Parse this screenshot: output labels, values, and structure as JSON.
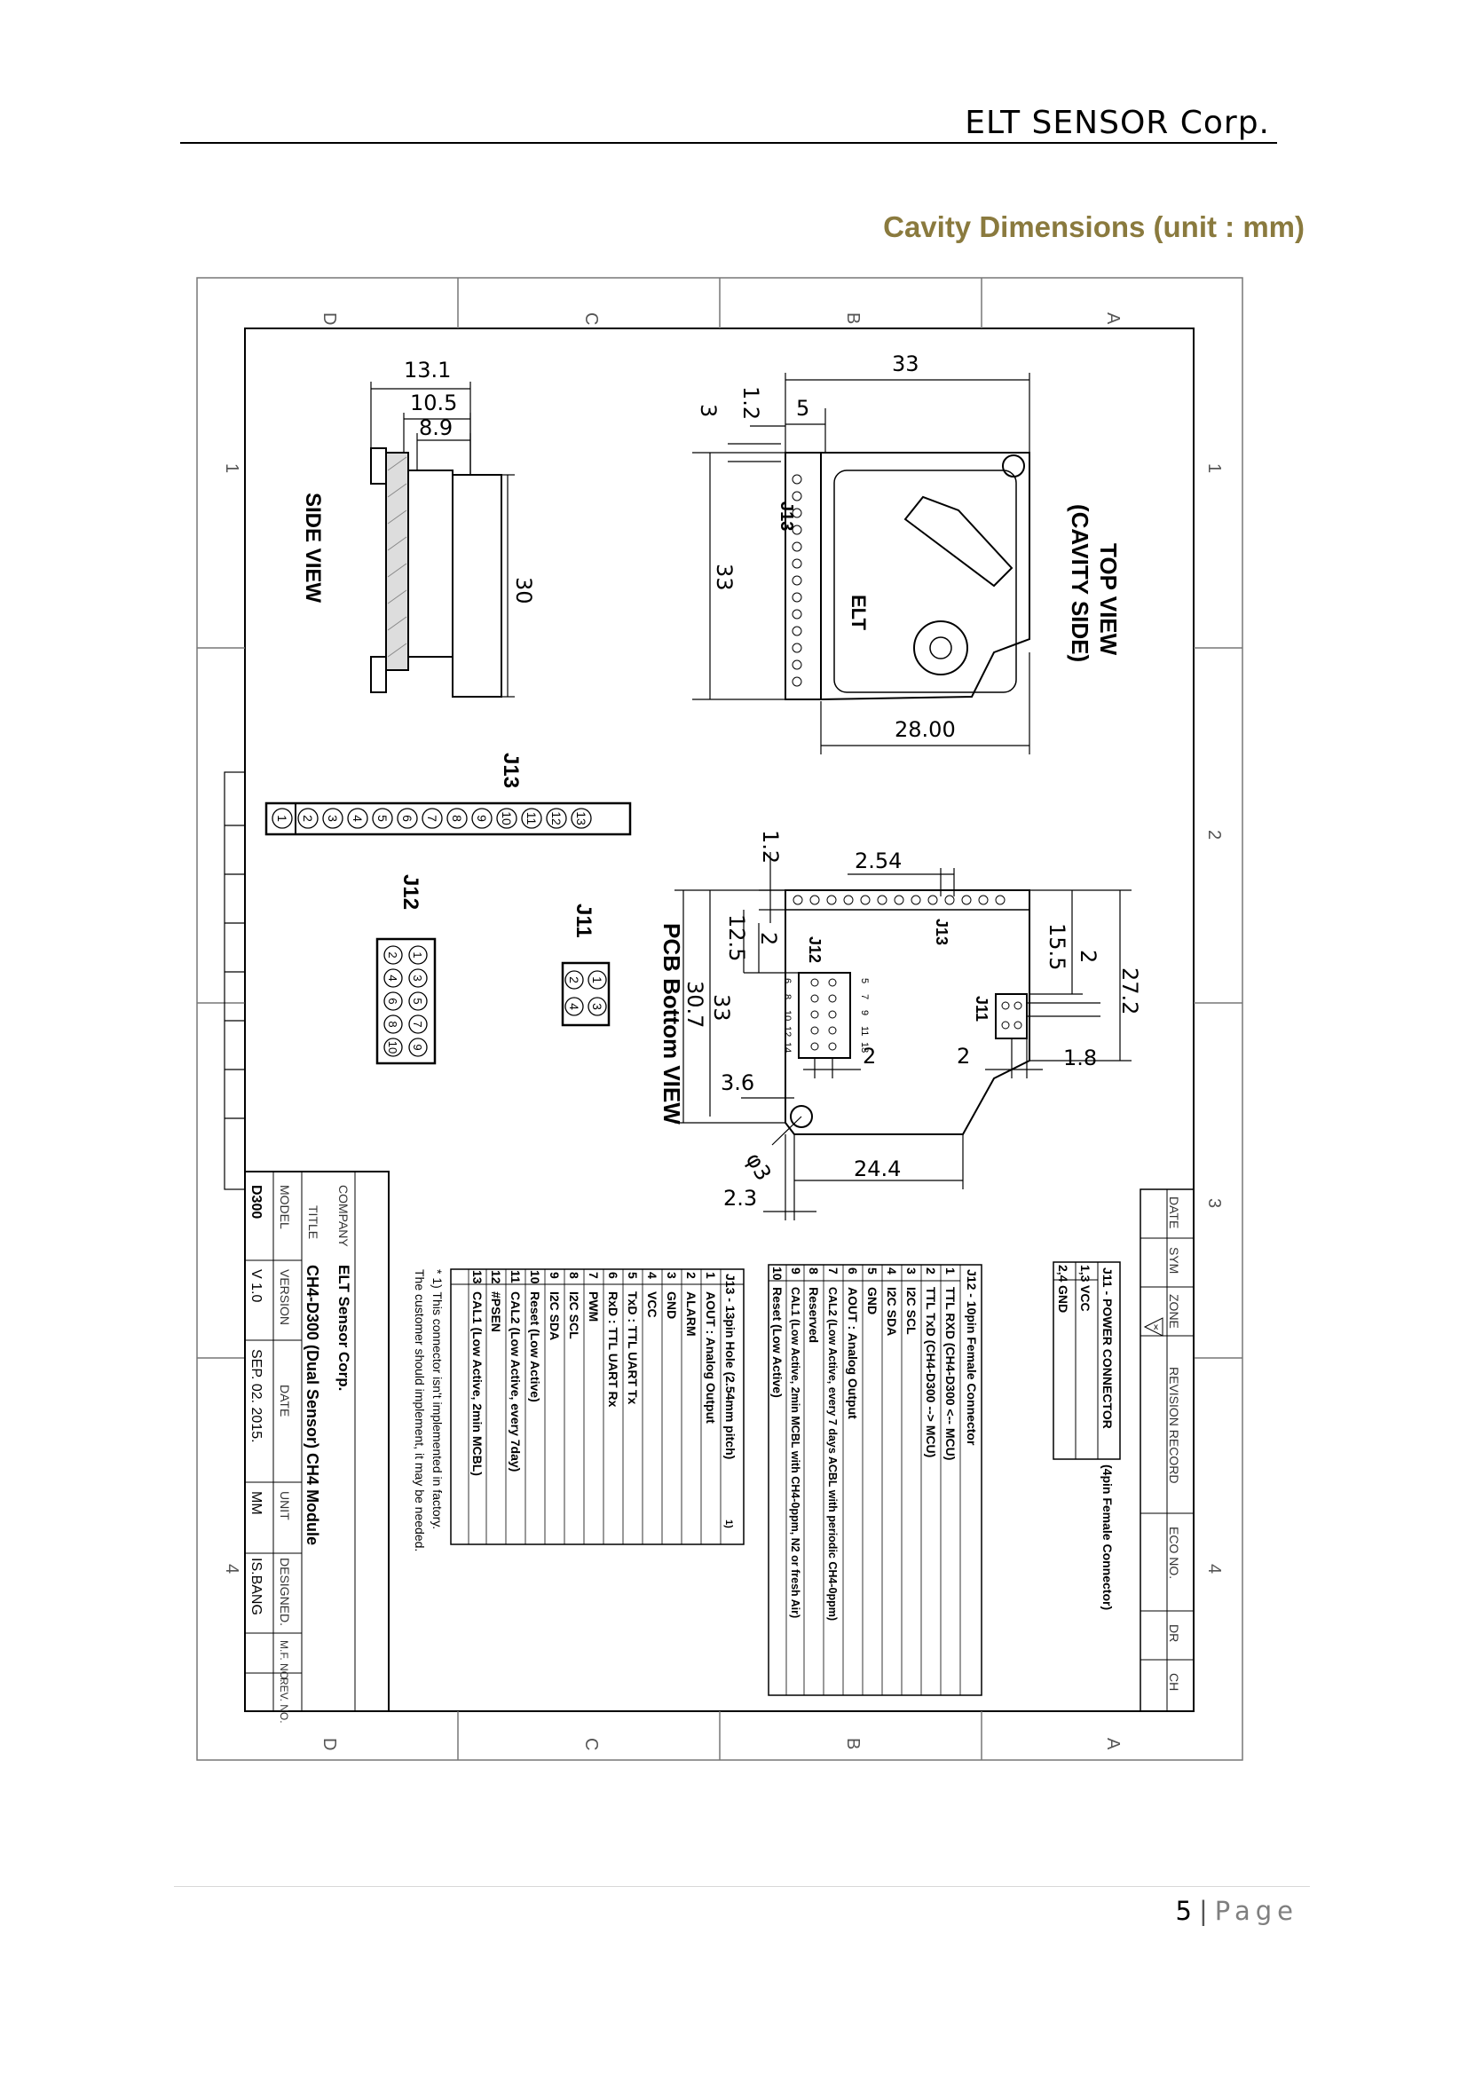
{
  "header": {
    "company": "ELT SENSOR Corp."
  },
  "section_title": "Cavity Dimensions (unit : mm)",
  "drawing": {
    "zone_letters": [
      "D",
      "C",
      "B",
      "A"
    ],
    "zone_numbers": [
      "1",
      "2",
      "3",
      "4"
    ],
    "views": {
      "side_view": "SIDE VIEW",
      "top_view_line1": "TOP VIEW",
      "top_view_line2": "(CAVITY SIDE)",
      "pcb_bottom": "PCB Bottom VIEW"
    },
    "labels": {
      "j11": "J11",
      "j12": "J12",
      "j13": "J13",
      "elt": "ELT"
    },
    "dimensions": {
      "side_13_1": "13.1",
      "side_10_5": "10.5",
      "side_8_9": "8.9",
      "side_30": "30",
      "top_33_w": "33",
      "top_1_2": "1.2",
      "top_3": "3",
      "top_5": "5",
      "top_33_h": "33",
      "top_28": "28.00",
      "pcb_1_2": "1.2",
      "pcb_2_54": "2.54",
      "pcb_12_5": "12.5",
      "pcb_2a": "2",
      "pcb_30_7": "30.7",
      "pcb_33": "33",
      "pcb_3_6": "3.6",
      "pcb_phi3": "φ3",
      "pcb_2_3": "2.3",
      "pcb_24_4": "24.4",
      "pcb_15_5": "15.5",
      "pcb_2b": "2",
      "pcb_27_2": "27.2",
      "pcb_2c": "2",
      "pcb_2d": "2",
      "pcb_1_8": "1.8"
    },
    "j12_pin_numbers": [
      "5",
      "7",
      "9",
      "11",
      "13",
      "6",
      "8",
      "10",
      "12",
      "14"
    ],
    "j13_pins": [
      "1",
      "2",
      "3",
      "4",
      "5",
      "6",
      "7",
      "8",
      "9",
      "10",
      "11",
      "12",
      "13"
    ],
    "j12_pins": [
      "1",
      "2",
      "3",
      "4",
      "5",
      "6",
      "7",
      "8",
      "9",
      "10"
    ],
    "j11_pins": [
      "1",
      "2",
      "3",
      "4"
    ],
    "j11_table": {
      "title": "J11 - POWER CONNECTOR",
      "note": "(4pin Female Connector)",
      "rows": [
        {
          "pin": "1,3",
          "desc": "VCC"
        },
        {
          "pin": "2,4",
          "desc": "GND"
        }
      ]
    },
    "j12_table": {
      "title": "J12 - 10pin Female Connector",
      "rows": [
        {
          "pin": "1",
          "desc": "TTL RXD (CH4-D300 <-- MCU)"
        },
        {
          "pin": "2",
          "desc": "TTL TxD (CH4-D300 --> MCU)"
        },
        {
          "pin": "3",
          "desc": "I2C SCL"
        },
        {
          "pin": "4",
          "desc": "I2C SDA"
        },
        {
          "pin": "5",
          "desc": "GND"
        },
        {
          "pin": "6",
          "desc": "AOUT : Analog Output"
        },
        {
          "pin": "7",
          "desc": "CAL2 (Low Active, every 7 days ACBL with periodic CH4-0ppm)"
        },
        {
          "pin": "8",
          "desc": "Reserved"
        },
        {
          "pin": "9",
          "desc": "CAL1 (Low Active, 2min MCBL with CH4-0ppm, N2 or fresh Air)"
        },
        {
          "pin": "10",
          "desc": "Reset (Low Active)"
        }
      ]
    },
    "j13_table": {
      "title": "J13 - 13pin Hole (2.54mm pitch)",
      "marker": "1)",
      "rows": [
        {
          "pin": "1",
          "desc": "AOUT : Analog Output"
        },
        {
          "pin": "2",
          "desc": "ALARM"
        },
        {
          "pin": "3",
          "desc": "GND"
        },
        {
          "pin": "4",
          "desc": "VCC"
        },
        {
          "pin": "5",
          "desc": "TxD : TTL UART Tx"
        },
        {
          "pin": "6",
          "desc": "RxD : TTL UART Rx"
        },
        {
          "pin": "7",
          "desc": "PWM"
        },
        {
          "pin": "8",
          "desc": "I2C SCL"
        },
        {
          "pin": "9",
          "desc": "I2C SDA"
        },
        {
          "pin": "10",
          "desc": "Reset (Low Active)"
        },
        {
          "pin": "11",
          "desc": "CAL2 (Low Active, every 7day)"
        },
        {
          "pin": "12",
          "desc": "#PSEN"
        },
        {
          "pin": "13",
          "desc": "CAL1 (Low Active, 2min MCBL)"
        }
      ],
      "footnote_1": "* 1) This connector isn't implemented in factory.",
      "footnote_2": "The customer should implement, it may be needed."
    },
    "title_block": {
      "company_label": "COMPANY",
      "company": "ELT Sensor Corp.",
      "title_label": "TITLE",
      "title": "CH4-D300 (Dual Sensor) CH4 Module",
      "model_label": "MODEL",
      "model": "D300",
      "version_label": "VERSION",
      "version": "V 1.0",
      "date_label": "DATE",
      "date": "SEP. 02. 2015.",
      "unit_label": "UNIT",
      "unit": "MM",
      "designed_label": "DESIGNED.",
      "designed": "IS.BANG",
      "mf_label": "M.F. NO.",
      "rev_label": "REV. NO."
    },
    "revision": {
      "headers": [
        "DATE",
        "SYM",
        "ZONE",
        "REVISION RECORD",
        "ECO NO.",
        "DR",
        "CH"
      ],
      "sym": "x"
    }
  },
  "footer": {
    "page_number": "5",
    "separator": "|",
    "page_word": "Page"
  }
}
